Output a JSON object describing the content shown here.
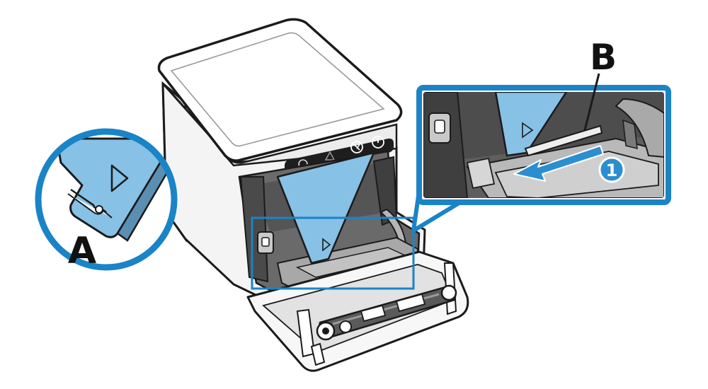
{
  "labels": {
    "a": "A",
    "b": "B",
    "step": "1"
  },
  "colors": {
    "callout_blue": "#1a84c7",
    "paper_blue": "#87c1e6",
    "arrow_blue": "#2b8ed0",
    "printer_body": "#f4f4f4",
    "printer_outline": "#1b1b1b",
    "interior_dark": "#5d5d5d",
    "interior_mid": "#8c8c8c",
    "panel_black": "#1e1e1e"
  },
  "icons": [
    "detail-magnifier-icon",
    "direction-arrow-icon",
    "power-icon",
    "feed-icon",
    "status-icon"
  ]
}
